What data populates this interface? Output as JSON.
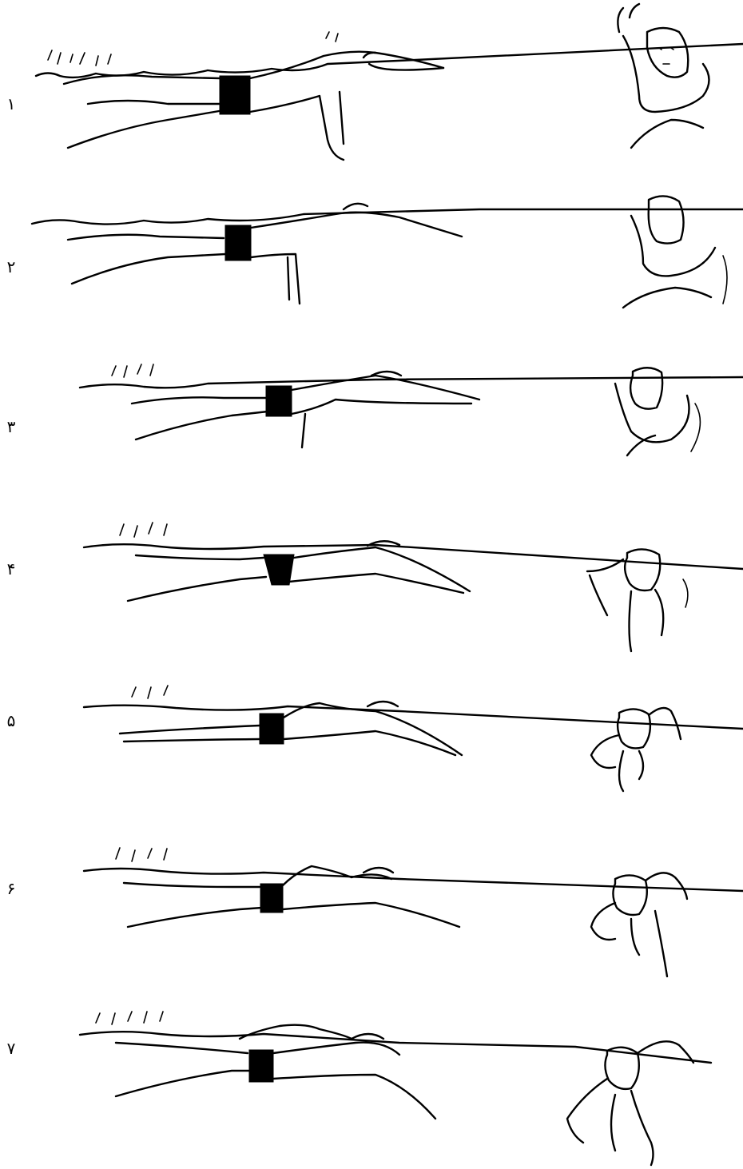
{
  "figure": {
    "stroke_color": "#000000",
    "background": "#ffffff",
    "phases": [
      {
        "label": "۱",
        "side_pose": "arm-down-deep",
        "front_pose": "arm-raised"
      },
      {
        "label": "۲",
        "side_pose": "arm-down-mid",
        "front_pose": "arm-pulling"
      },
      {
        "label": "۳",
        "side_pose": "arm-down-short",
        "front_pose": "arm-pulling-close"
      },
      {
        "label": "۴",
        "side_pose": "arms-extended",
        "front_pose": "arms-down"
      },
      {
        "label": "۵",
        "side_pose": "arm-recovery-start",
        "front_pose": "arm-out"
      },
      {
        "label": "۶",
        "side_pose": "arm-recovery-mid",
        "front_pose": "arm-out-high"
      },
      {
        "label": "۷",
        "side_pose": "arm-recovery-high",
        "front_pose": "arm-over-water"
      }
    ]
  }
}
